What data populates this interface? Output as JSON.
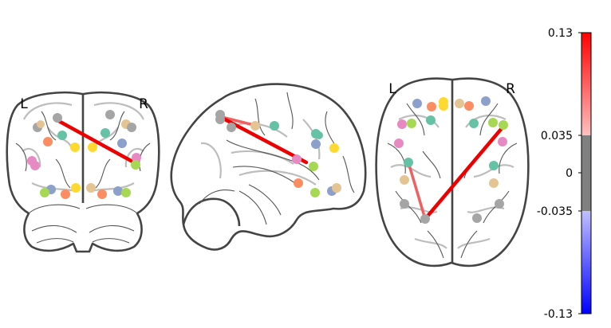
{
  "views": {
    "coronal": {
      "left_label": "L",
      "right_label": "R"
    },
    "sagittal": {},
    "axial": {
      "left_label": "L",
      "right_label": "R"
    }
  },
  "colorbar": {
    "ticks": [
      "0.13",
      "0.035",
      "0",
      "-0.035",
      "-0.13"
    ],
    "vmax": 0.13,
    "vmin": -0.13,
    "threshold": 0.035,
    "colors": {
      "high": "#ff0000",
      "mid_high": "#ffc0c0",
      "neutral": "#808080",
      "mid_low": "#c0c0ff",
      "low": "#0000ff"
    }
  },
  "edges": [
    {
      "view": "coronal",
      "from": "L",
      "to": "R",
      "color": "#ee0000",
      "weight": 0.13
    },
    {
      "view": "sagittal",
      "color": "#ee0000",
      "weight": 0.13
    },
    {
      "view": "sagittal",
      "color": "#f06060",
      "weight": 0.07
    },
    {
      "view": "axial",
      "color": "#ee0000",
      "weight": 0.13
    },
    {
      "view": "axial",
      "color": "#f06060",
      "weight": 0.07
    }
  ],
  "node_colors": {
    "gray": "#a5a5a5",
    "green": "#66c2a5",
    "orange": "#fc8d62",
    "blue": "#8da0cb",
    "pink": "#e78ac3",
    "lime": "#a6d854",
    "yellow": "#ffd92f",
    "tan": "#e5c494"
  }
}
